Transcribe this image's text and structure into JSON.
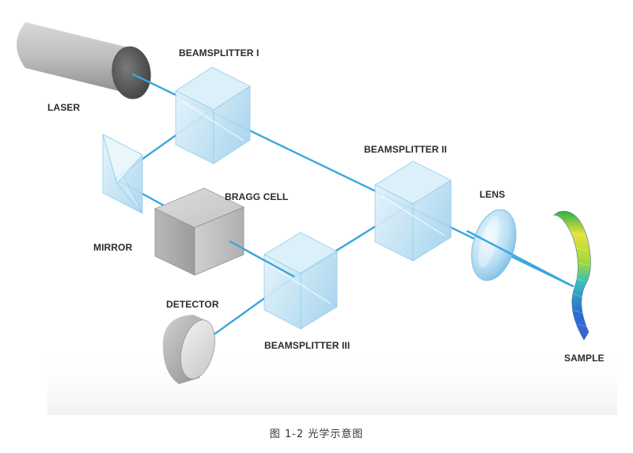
{
  "diagram": {
    "labels": {
      "laser": "LASER",
      "beamsplitter_1": "BEAMSPLITTER I",
      "beamsplitter_2": "BEAMSPLITTER II",
      "beamsplitter_3": "BEAMSPLITTER III",
      "mirror": "MIRROR",
      "bragg_cell": "BRAGG CELL",
      "lens": "LENS",
      "detector": "DETECTOR",
      "sample": "SAMPLE"
    },
    "caption": "图 1-2 光学示意图",
    "colors": {
      "beam": "#3aa6dc",
      "glass": "#c9e7f6",
      "glass_edge": "#8fc9e8",
      "housing": "#9a9a9a",
      "sample_high": "#e6e23a",
      "sample_low": "#2a6fd6"
    }
  }
}
